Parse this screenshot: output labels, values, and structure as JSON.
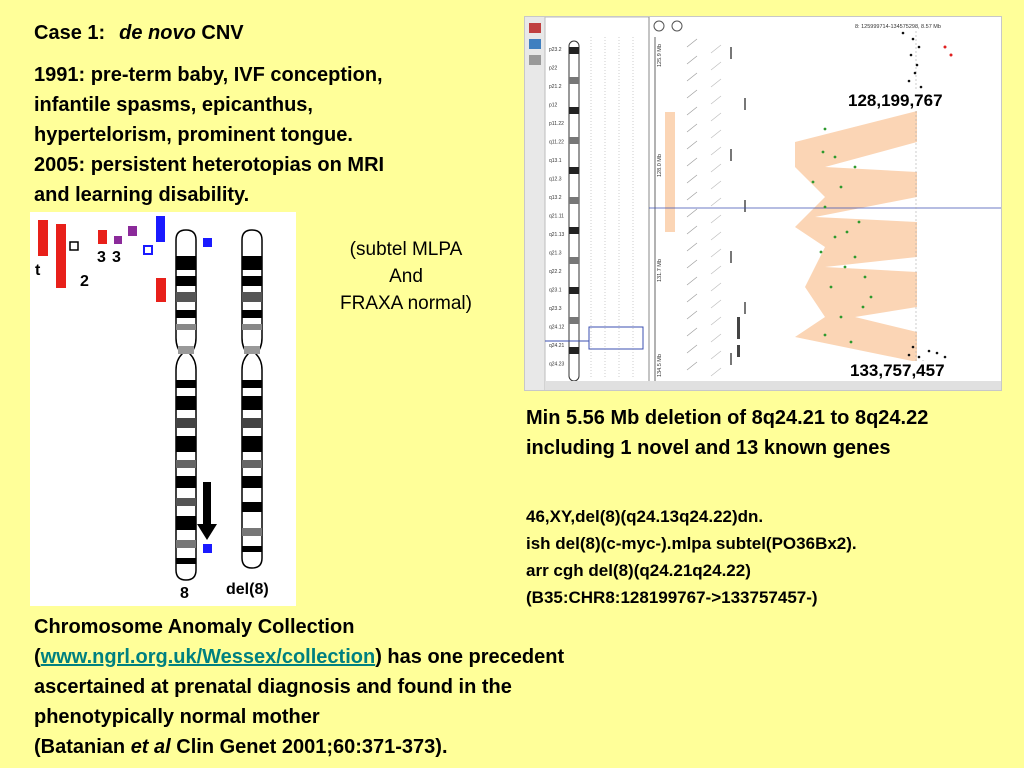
{
  "slide": {
    "title_prefix": "Case 1:",
    "title_italic": "de novo",
    "title_suffix": "CNV"
  },
  "history_lines": [
    "1991: pre-term baby, IVF conception,",
    "infantile spasms, epicanthus,",
    "hypertelorism, prominent tongue.",
    "2005: persistent heterotopias on MRI",
    "and learning disability."
  ],
  "idiogram": {
    "bar_labels": [
      "t",
      "2",
      "3",
      "3"
    ],
    "chrom_label_normal": "8",
    "chrom_label_deleted": "del(8)",
    "colors": {
      "red": "#e8201a",
      "blue": "#1a1aff",
      "purple": "#8b2a9a",
      "black": "#000000"
    }
  },
  "tests": [
    "(subtel MLPA",
    "And",
    "FRAXA normal)"
  ],
  "array": {
    "coord_top": "128,199,767",
    "coord_bottom": "133,757,457",
    "header_range": "8: 125999714-134575298, 8.57 Mb",
    "scale_labels": [
      "125.9 Mb",
      "128.0 Mb",
      "131.7 Mb",
      "134.5 Mb"
    ],
    "bands": [
      "p23.2",
      "p22",
      "p21.2",
      "p12",
      "p11.22",
      "q11.22",
      "q13.1",
      "q12.3",
      "q13.2",
      "q21.11",
      "q21.13",
      "q21.3",
      "q22.2",
      "q23.1",
      "q23.3",
      "q24.12",
      "q24.21",
      "q24.23"
    ],
    "colors": {
      "deletion": "#fbd5b5",
      "points": "#2e9a2e",
      "line": "#3b4fb0"
    }
  },
  "summary": "Min 5.56 Mb deletion of 8q24.21 to 8q24.22 including 1 novel and 13 known genes",
  "karyotype_lines": [
    "46,XY,del(8)(q24.13q24.22)dn.",
    "ish del(8)(c-myc-).mlpa subtel(PO36Bx2).",
    "arr cgh del(8)(q24.21q24.22)",
    "(B35:CHR8:128199767->133757457-)"
  ],
  "collection": {
    "line1": "Chromosome Anomaly Collection",
    "open_paren": "(",
    "link": "www.ngrl.org.uk/Wessex/collection",
    "line2_rest": ") has one precedent",
    "line3": "ascertained at prenatal diagnosis and found in the",
    "line4": "phenotypically normal mother",
    "ref_prefix": "(Batanian ",
    "ref_italic": "et al",
    "ref_suffix": " Clin Genet 2001;60:371-373)."
  }
}
